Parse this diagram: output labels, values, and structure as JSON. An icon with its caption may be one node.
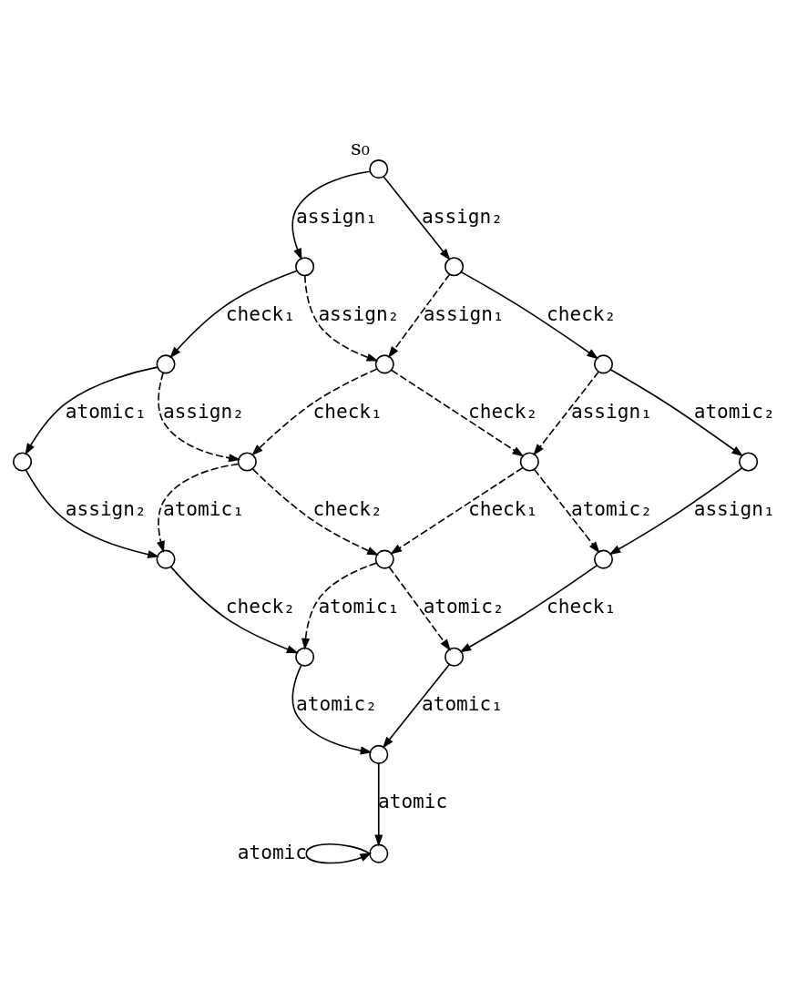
{
  "diagram": {
    "nodes": [
      {
        "text": [
          "s₀"
        ]
      },
      {
        "text": [],
        "shape": "circle"
      },
      {
        "text": [],
        "shape": "circle"
      },
      {
        "text": [],
        "shape": "circle"
      },
      {
        "text": [],
        "shape": "circle"
      },
      {
        "text": [],
        "shape": "circle"
      },
      {
        "text": [],
        "shape": "circle"
      },
      {
        "text": [],
        "shape": "circle"
      },
      {
        "text": [],
        "shape": "circle"
      },
      {
        "text": [],
        "shape": "circle"
      },
      {
        "text": [],
        "shape": "circle"
      },
      {
        "text": [],
        "shape": "circle"
      },
      {
        "text": [],
        "shape": "circle"
      },
      {
        "text": [],
        "shape": "circle"
      },
      {
        "text": [],
        "shape": "circle"
      },
      {
        "text": [],
        "shape": "circle"
      },
      {
        "text": [],
        "shape": "circle"
      }
    ],
    "edges": [
      {
        "from": 0,
        "to": 1,
        "arrow": "to",
        "label": "assign₁"
      },
      {
        "from": 0,
        "to": 2,
        "arrow": "to",
        "label": "assign₂"
      },
      {
        "from": 1,
        "to": 3,
        "arrow": "to",
        "label": "check₁"
      },
      {
        "from": 1,
        "to": 4,
        "arrow": "to",
        "label": "assign₂",
        "style": "dashed"
      },
      {
        "from": 2,
        "to": 4,
        "arrow": "to",
        "label": "assign₁",
        "style": "dashed"
      },
      {
        "from": 2,
        "to": 5,
        "arrow": "to",
        "label": "check₂"
      },
      {
        "from": 3,
        "to": 6,
        "arrow": "to",
        "label": "atomic₁"
      },
      {
        "from": 3,
        "to": 7,
        "arrow": "to",
        "label": "assign₂",
        "style": "dashed"
      },
      {
        "from": 4,
        "to": 7,
        "arrow": "to",
        "label": "check₁",
        "style": "dashed"
      },
      {
        "from": 4,
        "to": 8,
        "arrow": "to",
        "label": "check₂",
        "style": "dashed"
      },
      {
        "from": 5,
        "to": 8,
        "arrow": "to",
        "label": "assign₁",
        "style": "dashed"
      },
      {
        "from": 5,
        "to": 9,
        "arrow": "to",
        "label": "atomic₂"
      },
      {
        "from": 6,
        "to": 10,
        "arrow": "to",
        "label": "assign₂"
      },
      {
        "from": 7,
        "to": 10,
        "arrow": "to",
        "label": "atomic₁",
        "style": "dashed"
      },
      {
        "from": 7,
        "to": 11,
        "arrow": "to",
        "label": "check₂",
        "style": "dashed"
      },
      {
        "from": 8,
        "to": 11,
        "arrow": "to",
        "label": "check₁",
        "style": "dashed"
      },
      {
        "from": 8,
        "to": 12,
        "arrow": "to",
        "label": "atomic₂",
        "style": "dashed"
      },
      {
        "from": 9,
        "to": 12,
        "arrow": "to",
        "label": "assign₁"
      },
      {
        "from": 10,
        "to": 13,
        "arrow": "to",
        "label": "check₂"
      },
      {
        "from": 11,
        "to": 13,
        "arrow": "to",
        "label": "atomic₁",
        "style": "dashed"
      },
      {
        "from": 11,
        "to": 14,
        "arrow": "to",
        "label": "atomic₂",
        "style": "dashed"
      },
      {
        "from": 12,
        "to": 14,
        "arrow": "to",
        "label": "check₁"
      },
      {
        "from": 13,
        "to": 15,
        "arrow": "to",
        "label": "atomic₂"
      },
      {
        "from": 14,
        "to": 15,
        "arrow": "to",
        "label": "atomic₁"
      },
      {
        "from": 15,
        "to": 16,
        "arrow": "to",
        "label": "atomic"
      },
      {
        "from": 16,
        "to": 16,
        "arrow": "to",
        "label": "atomic"
      }
    ]
  }
}
